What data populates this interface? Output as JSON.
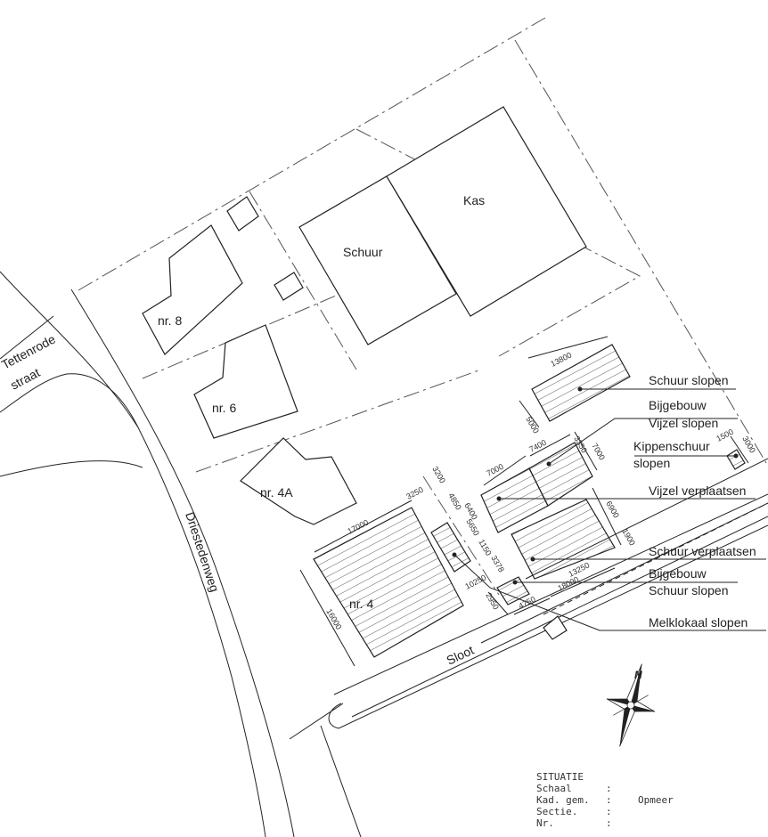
{
  "streets": {
    "tettenrode_line1": "Tettenrode",
    "tettenrode_line2": "straat",
    "driestedenweg": "Driestedenweg",
    "sloot": "Sloot"
  },
  "buildings": {
    "nr8": "nr. 8",
    "nr6": "nr. 6",
    "nr4a": "nr. 4A",
    "nr4": "nr. 4",
    "schuur": "Schuur",
    "kas": "Kas"
  },
  "callouts": {
    "schuur_slopen": "Schuur slopen",
    "bijgebouw_vijzel_1": "Bijgebouw",
    "bijgebouw_vijzel_2": "Vijzel slopen",
    "kippenschuur_1": "Kippenschuur",
    "kippenschuur_2": "slopen",
    "vijzel_verplaatsen": "Vijzel verplaatsen",
    "schuur_verplaatsen": "Schuur verplaatsen",
    "bijgebouw_schuur_1": "Bijgebouw",
    "bijgebouw_schuur_2": "Schuur slopen",
    "melklokaal": "Melklokaal slopen"
  },
  "dimensions": {
    "d13800": "13800",
    "d5000": "5000",
    "d7400": "7400",
    "d3350": "3350",
    "d7000a": "7000",
    "d7000b": "7000",
    "d1500": "1500",
    "d3000": "3000",
    "d17000": "17000",
    "d3250": "3250",
    "d3200": "3200",
    "d4850": "4850",
    "d6400": "6400",
    "d5650": "5650",
    "d1150": "1150",
    "d3378": "3378",
    "d6900": "6900",
    "d1900": "1900",
    "d13250": "13250",
    "d10250": "10250",
    "d2950": "2950",
    "d4750": "4750",
    "d18000": "18000",
    "d16000": "16000"
  },
  "compass": {
    "north": "N"
  },
  "title_block": {
    "title": "SITUATIE",
    "rows": [
      {
        "label": "Schaal",
        "sep": ":",
        "value": ""
      },
      {
        "label": "Kad. gem.",
        "sep": ":",
        "value": "Opmeer"
      },
      {
        "label": "Sectie.",
        "sep": ":",
        "value": ""
      },
      {
        "label": "Nr.",
        "sep": ":",
        "value": ""
      }
    ]
  },
  "colors": {
    "line": "#222222",
    "background": "#ffffff"
  }
}
